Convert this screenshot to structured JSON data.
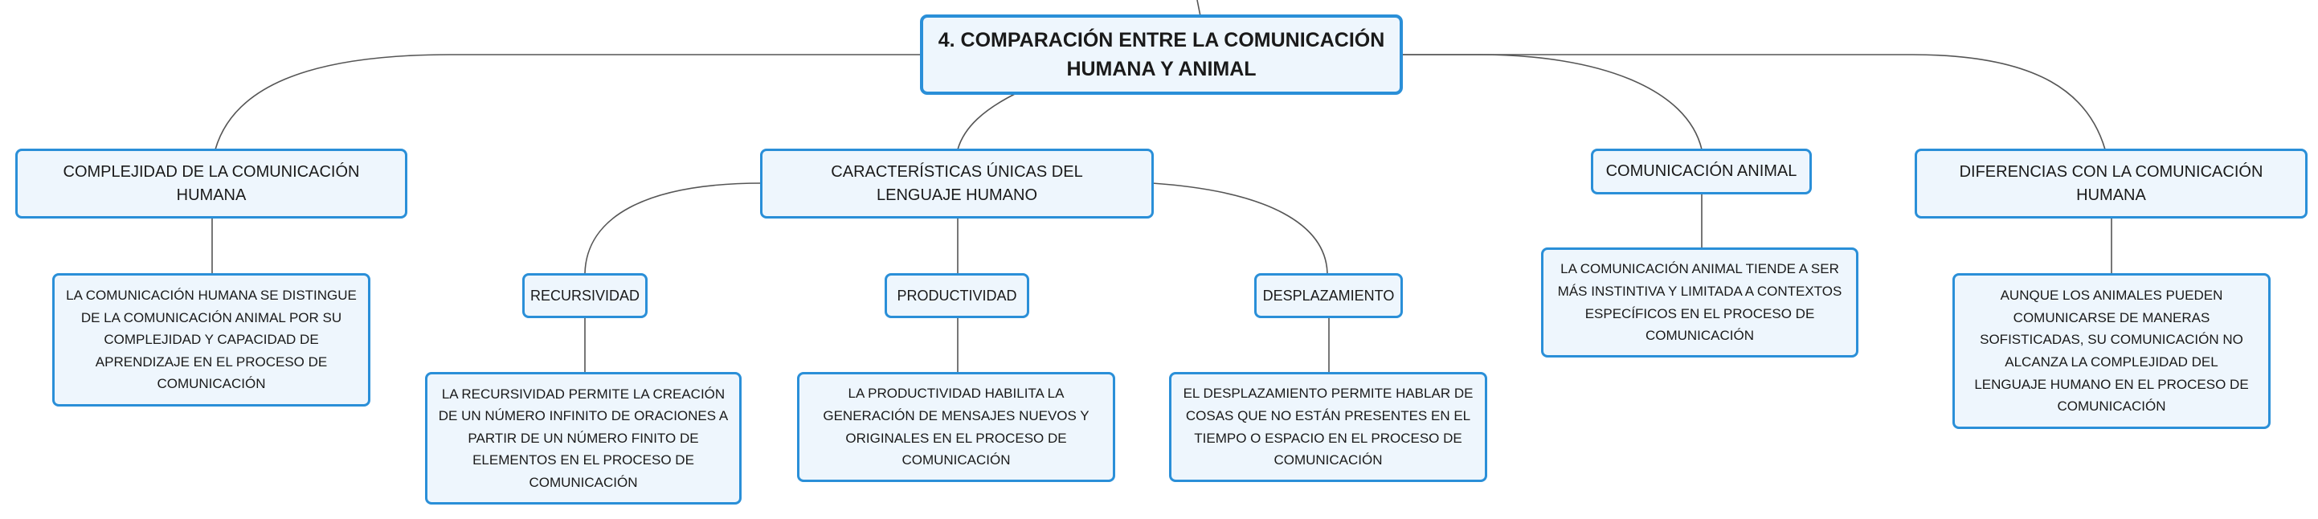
{
  "root": {
    "title": "4. COMPARACIÓN ENTRE LA COMUNICACIÓN HUMANA Y ANIMAL"
  },
  "branches": {
    "complejidad": {
      "label": "COMPLEJIDAD DE LA COMUNICACIÓN HUMANA",
      "detail": "LA COMUNICACIÓN HUMANA SE DISTINGUE DE LA COMUNICACIÓN ANIMAL POR SU COMPLEJIDAD Y CAPACIDAD DE APRENDIZAJE EN EL PROCESO DE COMUNICACIÓN"
    },
    "caracteristicas": {
      "label": "CARACTERÍSTICAS ÚNICAS DEL LENGUAJE HUMANO",
      "children": {
        "recursividad": {
          "label": "RECURSIVIDAD",
          "detail": "LA RECURSIVIDAD PERMITE LA CREACIÓN DE UN NÚMERO INFINITO DE ORACIONES A PARTIR DE UN NÚMERO FINITO DE ELEMENTOS EN EL PROCESO DE COMUNICACIÓN"
        },
        "productividad": {
          "label": "PRODUCTIVIDAD",
          "detail": "LA PRODUCTIVIDAD HABILITA LA GENERACIÓN DE MENSAJES NUEVOS Y ORIGINALES EN EL PROCESO DE COMUNICACIÓN"
        },
        "desplazamiento": {
          "label": "DESPLAZAMIENTO",
          "detail": "EL DESPLAZAMIENTO PERMITE HABLAR DE COSAS QUE NO ESTÁN PRESENTES EN EL TIEMPO O ESPACIO EN EL PROCESO DE COMUNICACIÓN"
        }
      }
    },
    "animal": {
      "label": "COMUNICACIÓN ANIMAL",
      "detail": "LA COMUNICACIÓN ANIMAL TIENDE A SER MÁS INSTINTIVA Y LIMITADA A CONTEXTOS ESPECÍFICOS EN EL PROCESO DE COMUNICACIÓN"
    },
    "diferencias": {
      "label": "DIFERENCIAS CON LA COMUNICACIÓN HUMANA",
      "detail": "AUNQUE LOS ANIMALES PUEDEN COMUNICARSE DE MANERAS SOFISTICADAS, SU COMUNICACIÓN NO ALCANZA LA COMPLEJIDAD DEL LENGUAJE HUMANO EN EL PROCESO DE COMUNICACIÓN"
    }
  },
  "colors": {
    "node_border": "#2a8fd8",
    "node_fill": "#eef6fd",
    "connector": "#555555"
  }
}
